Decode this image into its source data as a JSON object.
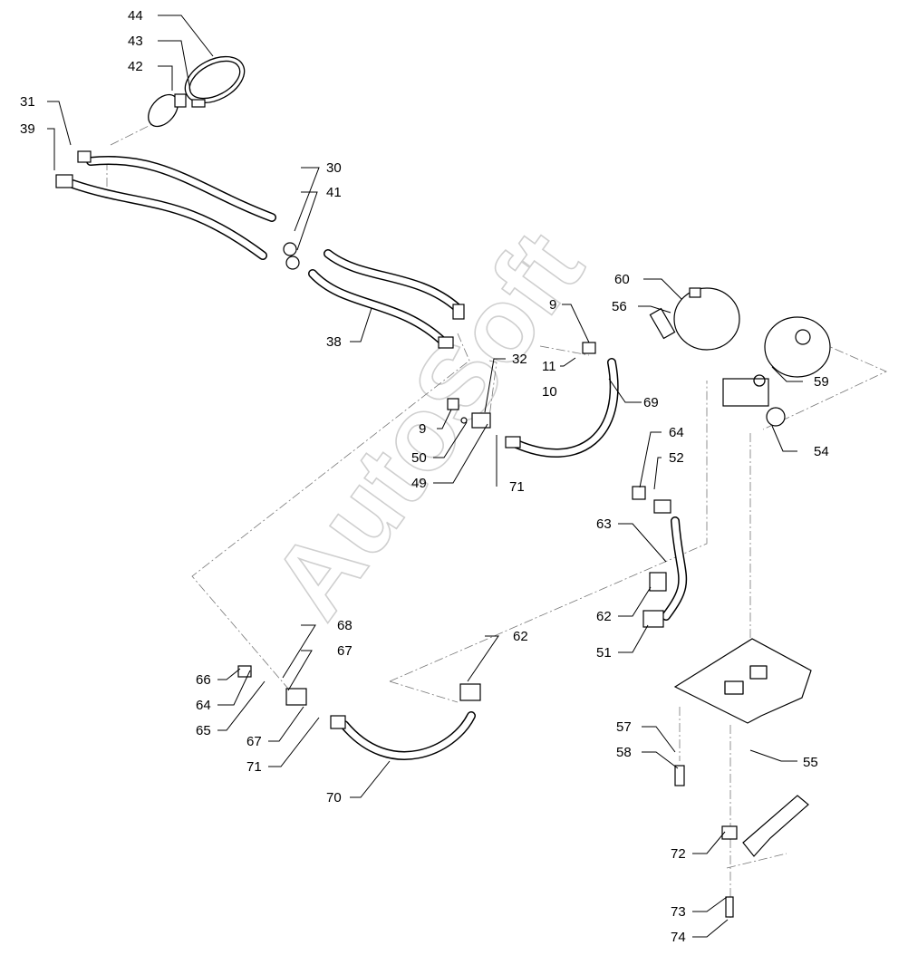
{
  "watermark": "AutoSoft",
  "callouts": [
    {
      "id": "44",
      "text": "44"
    },
    {
      "id": "43",
      "text": "43"
    },
    {
      "id": "42",
      "text": "42"
    },
    {
      "id": "31",
      "text": "31"
    },
    {
      "id": "39",
      "text": "39"
    },
    {
      "id": "30",
      "text": "30"
    },
    {
      "id": "41",
      "text": "41"
    },
    {
      "id": "38",
      "text": "38"
    },
    {
      "id": "60",
      "text": "60"
    },
    {
      "id": "56",
      "text": "56"
    },
    {
      "id": "9a",
      "text": "9"
    },
    {
      "id": "32",
      "text": "32"
    },
    {
      "id": "11",
      "text": "11"
    },
    {
      "id": "10",
      "text": "10"
    },
    {
      "id": "69",
      "text": "69"
    },
    {
      "id": "59",
      "text": "59"
    },
    {
      "id": "9b",
      "text": "9"
    },
    {
      "id": "54",
      "text": "54"
    },
    {
      "id": "50",
      "text": "50"
    },
    {
      "id": "49",
      "text": "49"
    },
    {
      "id": "71a",
      "text": "71"
    },
    {
      "id": "64a",
      "text": "64"
    },
    {
      "id": "52",
      "text": "52"
    },
    {
      "id": "63",
      "text": "63"
    },
    {
      "id": "62a",
      "text": "62"
    },
    {
      "id": "51",
      "text": "51"
    },
    {
      "id": "68",
      "text": "68"
    },
    {
      "id": "67a",
      "text": "67"
    },
    {
      "id": "62b",
      "text": "62"
    },
    {
      "id": "66",
      "text": "66"
    },
    {
      "id": "64b",
      "text": "64"
    },
    {
      "id": "65",
      "text": "65"
    },
    {
      "id": "67b",
      "text": "67"
    },
    {
      "id": "71b",
      "text": "71"
    },
    {
      "id": "70",
      "text": "70"
    },
    {
      "id": "57",
      "text": "57"
    },
    {
      "id": "58",
      "text": "58"
    },
    {
      "id": "55",
      "text": "55"
    },
    {
      "id": "72",
      "text": "72"
    },
    {
      "id": "73",
      "text": "73"
    },
    {
      "id": "74",
      "text": "74"
    }
  ]
}
